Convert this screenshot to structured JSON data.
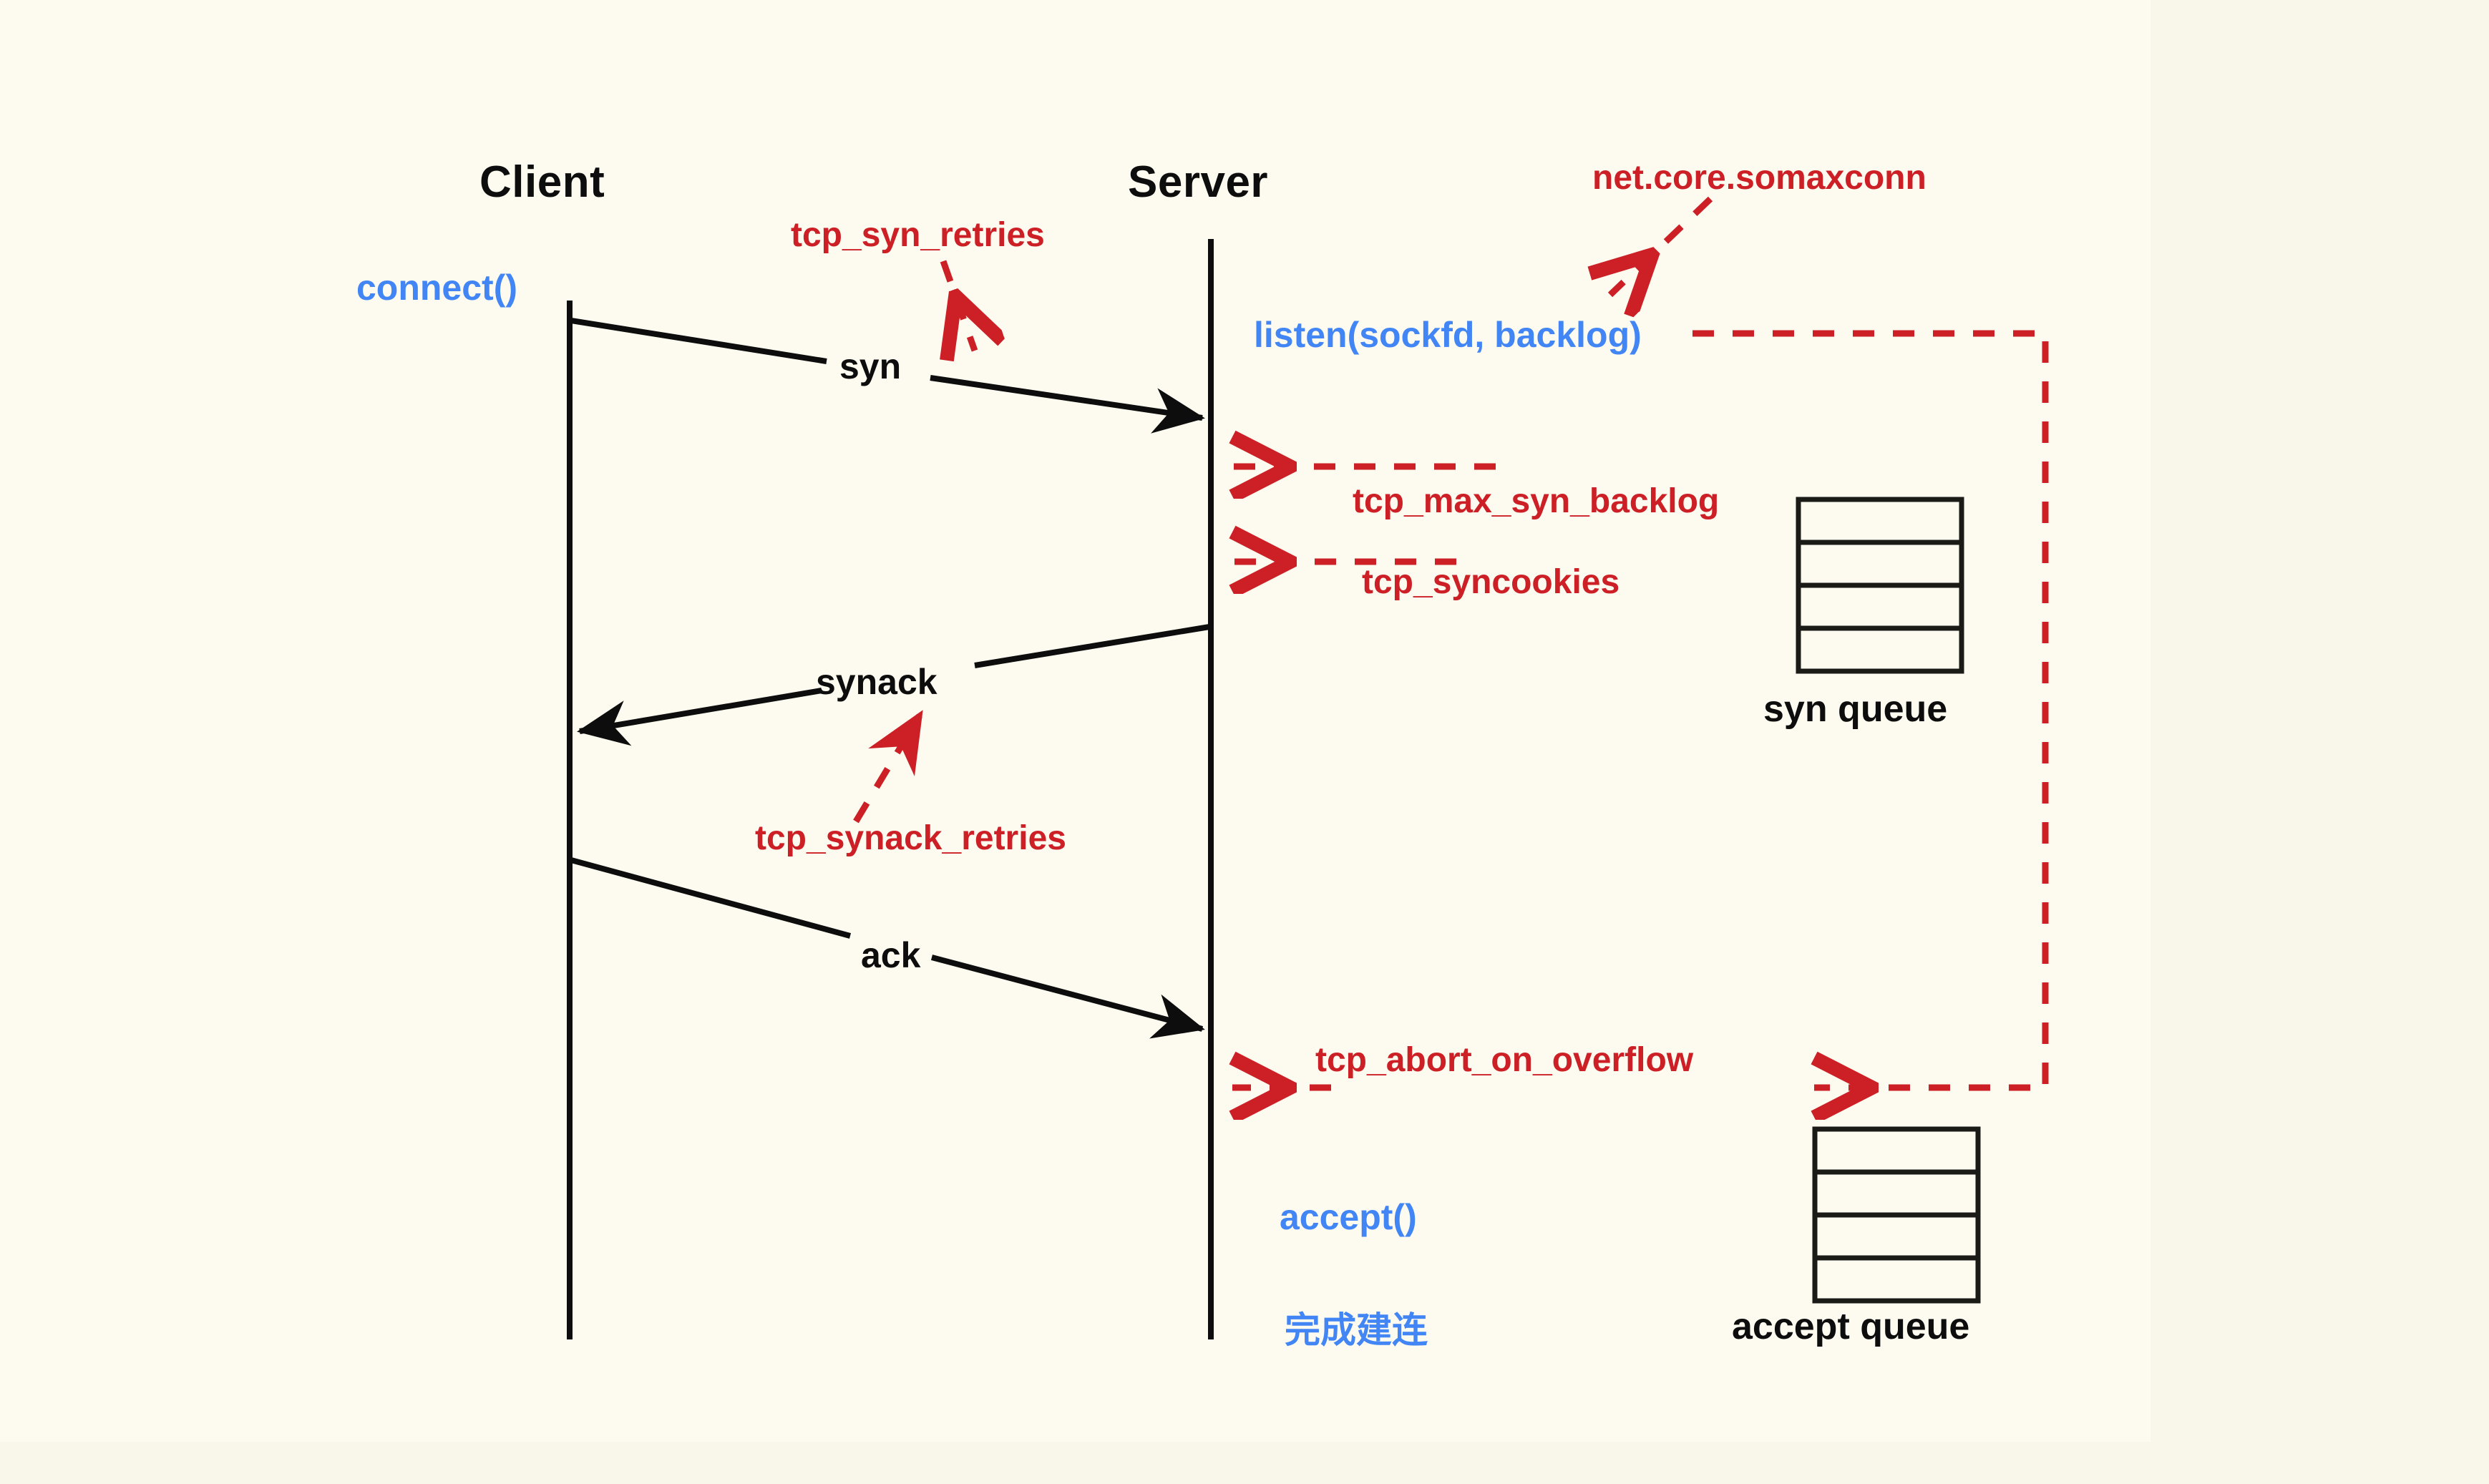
{
  "diagram": {
    "title": "TCP three-way handshake with syn queue and accept queue",
    "background_color": "#fdfbf0",
    "outer_background_color": "#f9f7ea",
    "colors": {
      "black": "#0d0d0d",
      "red": "#cc2026",
      "blue": "#4285f4"
    },
    "actors": [
      {
        "name": "client",
        "label": "Client"
      },
      {
        "name": "server",
        "label": "Server"
      }
    ],
    "messages": [
      {
        "name": "syn",
        "label": "syn",
        "direction": "client-to-server"
      },
      {
        "name": "synack",
        "label": "synack",
        "direction": "server-to-client"
      },
      {
        "name": "ack",
        "label": "ack",
        "direction": "client-to-server"
      }
    ],
    "api_calls": [
      {
        "name": "connect",
        "label": "connect()",
        "side": "client"
      },
      {
        "name": "listen",
        "label": "listen(sockfd, backlog)",
        "side": "server"
      },
      {
        "name": "accept",
        "label": "accept()",
        "side": "server"
      },
      {
        "name": "done",
        "label": "完成建连",
        "side": "server"
      }
    ],
    "sysctl_annotations": [
      {
        "name": "somaxconn",
        "label": "net.core.somaxconn"
      },
      {
        "name": "tcp-syn-retries",
        "label": "tcp_syn_retries"
      },
      {
        "name": "tcp-max-syn-backlog",
        "label": "tcp_max_syn_backlog"
      },
      {
        "name": "tcp-syncookies",
        "label": "tcp_syncookies"
      },
      {
        "name": "tcp-synack-retries",
        "label": "tcp_synack_retries"
      },
      {
        "name": "tcp-abort-on-overflow",
        "label": "tcp_abort_on_overflow"
      }
    ],
    "queues": [
      {
        "name": "syn-queue",
        "label": "syn queue",
        "slots": 4
      },
      {
        "name": "accept-queue",
        "label": "accept queue",
        "slots": 4
      }
    ]
  }
}
